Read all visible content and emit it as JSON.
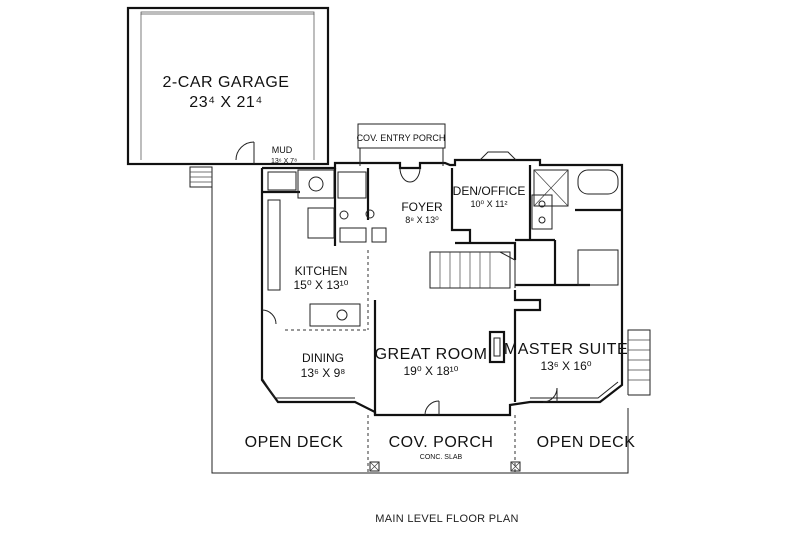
{
  "plan": {
    "caption": "MAIN LEVEL FLOOR PLAN",
    "rooms": {
      "garage": {
        "name": "2-CAR GARAGE",
        "size": "23⁴ X 21⁴"
      },
      "mud": {
        "name": "MUD",
        "size": "13⁶ X 7⁸"
      },
      "entry_porch": {
        "name": "COV. ENTRY PORCH"
      },
      "foyer": {
        "name": "FOYER",
        "size": "8⁸ X 13⁰"
      },
      "den": {
        "name": "DEN/OFFICE",
        "size": "10⁰ X 11²"
      },
      "kitchen": {
        "name": "KITCHEN",
        "size": "15⁰ X 13¹⁰"
      },
      "dining": {
        "name": "DINING",
        "size": "13⁶ X 9⁸"
      },
      "great_room": {
        "name": "GREAT ROOM",
        "size": "19⁰ X 18¹⁰"
      },
      "master": {
        "name": "MASTER SUITE",
        "size": "13⁶ X 16⁰"
      },
      "deck_left": {
        "name": "OPEN DECK"
      },
      "cov_porch": {
        "name": "COV. PORCH",
        "note": "CONC. SLAB"
      },
      "deck_right": {
        "name": "OPEN DECK"
      }
    }
  }
}
